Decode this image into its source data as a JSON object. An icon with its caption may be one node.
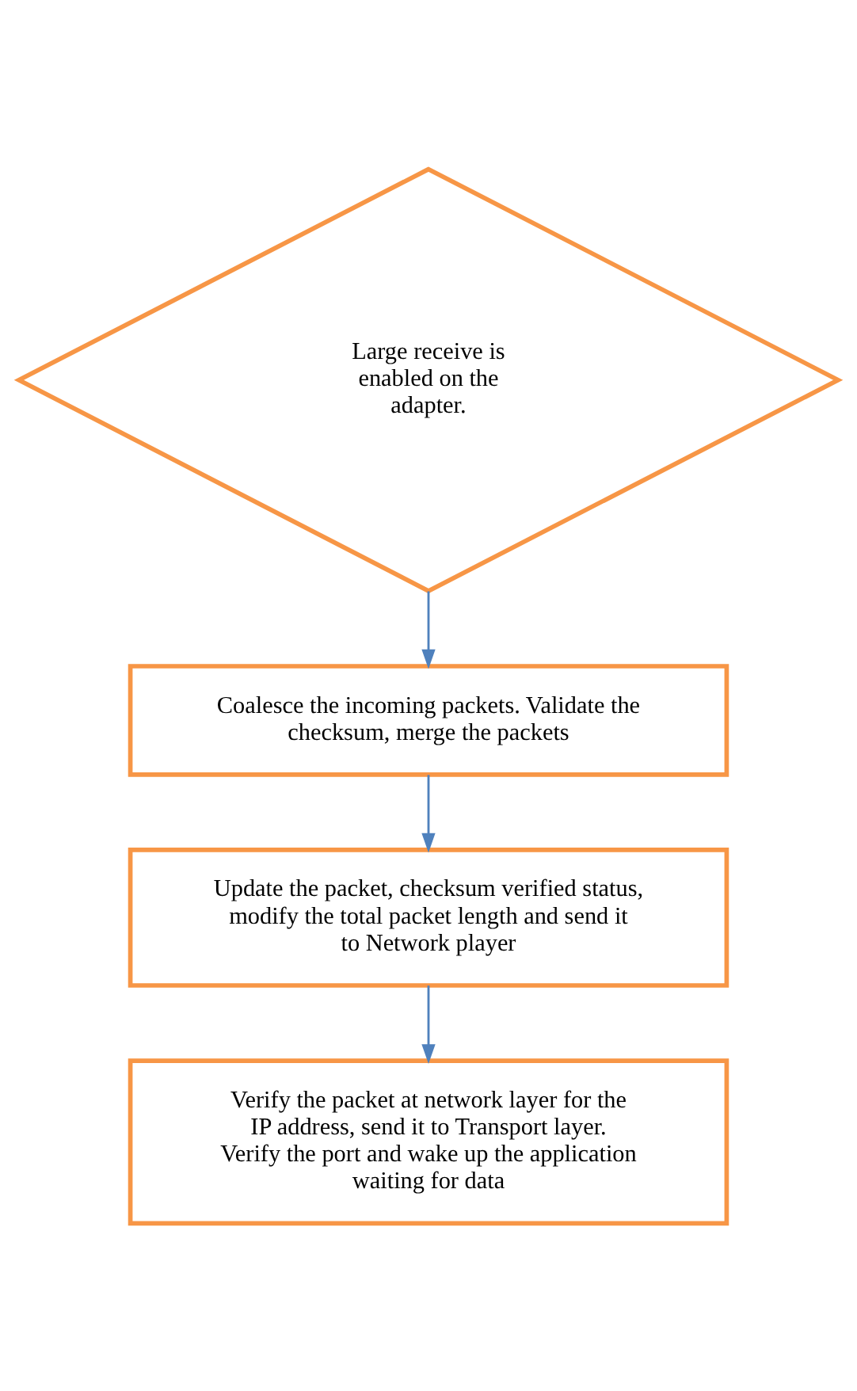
{
  "diagram": {
    "nodes": [
      {
        "text": [
          "Large receive is enabled on the adapter."
        ]
      },
      {
        "text": [
          "Coalesce the incoming packets. Validate the checksum, merge the packets"
        ]
      },
      {
        "text": [
          "Update the packet, checksum verified status, modify the total packet length and send it to Network player"
        ]
      },
      {
        "text": [
          "Verify the packet at network layer for the IP address, send it to Transport layer. Verify the port and wake up the application waiting for data"
        ]
      }
    ],
    "edges": [
      {
        "from": 0,
        "to": 1,
        "arrow": "to"
      },
      {
        "from": 1,
        "to": 2,
        "arrow": "to"
      },
      {
        "from": 2,
        "to": 3,
        "arrow": "to"
      }
    ]
  }
}
